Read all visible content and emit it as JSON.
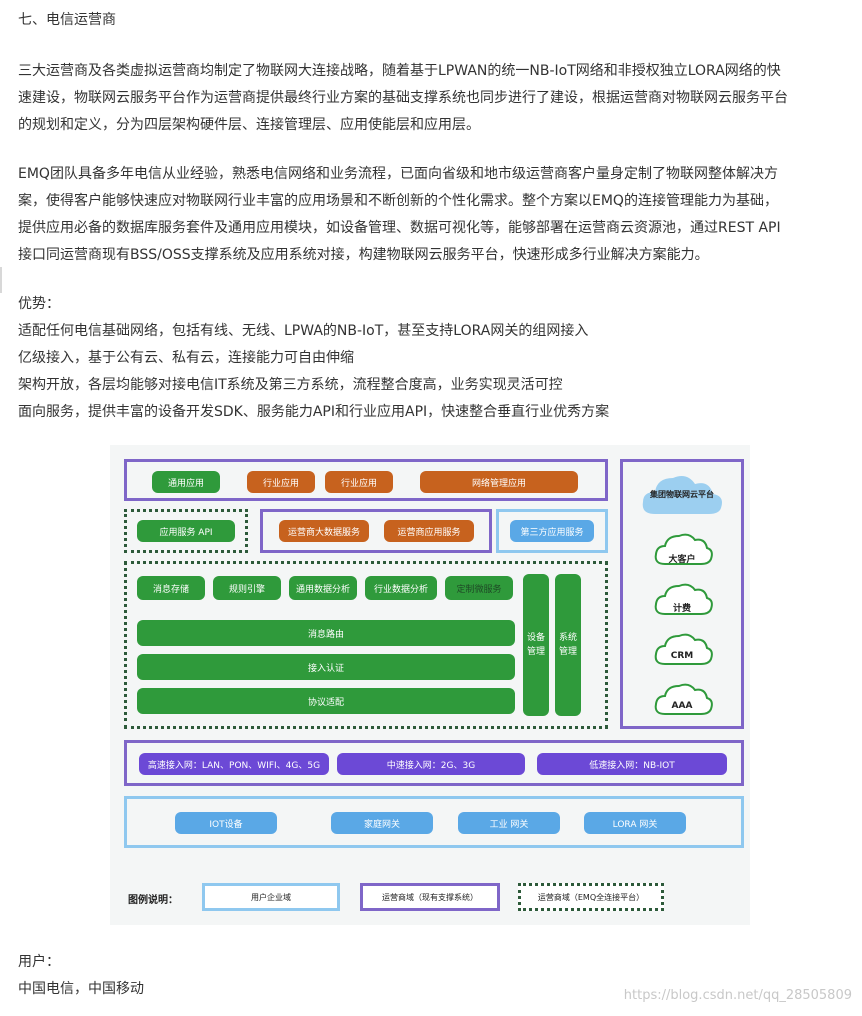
{
  "heading": "七、电信运营商",
  "paragraphs": [
    [
      "三大运营商及各类虚拟运营商均制定了物联网大连接战略，随着基于LPWAN的统一NB-IoT网络和非授权独立LORA网络的快",
      "速建设，物联网云服务平台作为运营商提供最终行业方案的基础支撑系统也同步进行了建设，根据运营商对物联网云服务平台",
      "的规划和定义，分为四层架构硬件层、连接管理层、应用使能层和应用层。"
    ],
    [
      "EMQ团队具备多年电信从业经验，熟悉电信网络和业务流程，已面向省级和地市级运营商客户量身定制了物联网整体解决方",
      "案，使得客户能够快速应对物联网行业丰富的应用场景和不断创新的个性化需求。整个方案以EMQ的连接管理能力为基础，",
      "提供应用必备的数据库服务套件及通用应用模块，如设备管理、数据可视化等，能够部署在运营商云资源池，通过REST API",
      "接口同运营商现有BSS/OSS支撑系统及应用系统对接，构建物联网云服务平台，快速形成多行业解决方案能力。"
    ]
  ],
  "advantages": {
    "title": "优势：",
    "items": [
      "适配任何电信基础网络，包括有线、无线、LPWA的NB-IoT，甚至支持LORA网关的组网接入",
      "亿级接入，基于公有云、私有云，连接能力可自由伸缩",
      "架构开放，各层均能够对接电信IT系统及第三方系统，流程整合度高，业务实现灵活可控",
      "面向服务，提供丰富的设备开发SDK、服务能力API和行业应用API，快速整合垂直行业优秀方案"
    ]
  },
  "diagram": {
    "row1": [
      "通用应用",
      "行业应用",
      "行业应用",
      "网络管理应用"
    ],
    "app_service_api": "应用服务 API",
    "operator_services": [
      "运营商大数据服务",
      "运营商应用服务"
    ],
    "third_party": "第三方应用服务",
    "platform_title": "集团物联网云平台",
    "platform_clouds": [
      "大客户",
      "计费",
      "CRM",
      "AAA"
    ],
    "core_top": [
      "消息存储",
      "规则引擎",
      "通用数据分析",
      "行业数据分析",
      "定制微服务"
    ],
    "core_rows": [
      "消息路由",
      "接入认证",
      "协议适配"
    ],
    "device_mgmt": [
      "设备",
      "管理"
    ],
    "system_mgmt": [
      "系统",
      "管理"
    ],
    "access_networks": [
      "高速接入网：LAN、PON、WIFI、4G、5G",
      "中速接入网：2G、3G",
      "低速接入网：NB-IOT"
    ],
    "devices": [
      "IOT设备",
      "家庭网关",
      "工业 网关",
      "LORA 网关"
    ],
    "legend_title": "图例说明：",
    "legend": [
      "用户企业域",
      "运营商域（现有支撑系统）",
      "运营商域（EMQ全连接平台）"
    ]
  },
  "users": {
    "title": "用户：",
    "value": "中国电信，中国移动"
  },
  "watermark": "https://blog.csdn.net/qq_28505809",
  "colors": {
    "green": "#2f9a3b",
    "orange": "#c7621e",
    "light_blue": "#5aa8e6",
    "purple": "#6c49d6",
    "purple_border": "#7f66c8",
    "blue_border": "#8fc8ef",
    "green_border": "#2d5a3a"
  }
}
